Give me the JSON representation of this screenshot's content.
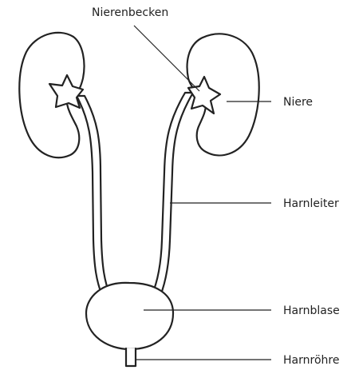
{
  "labels": {
    "renal_pelvis": "Nierenbecken",
    "kidney": "Niere",
    "ureter": "Harnleiter",
    "bladder": "Harnblase",
    "urethra": "Harnröhre"
  },
  "colors": {
    "line": "#222222",
    "background": "#ffffff"
  }
}
